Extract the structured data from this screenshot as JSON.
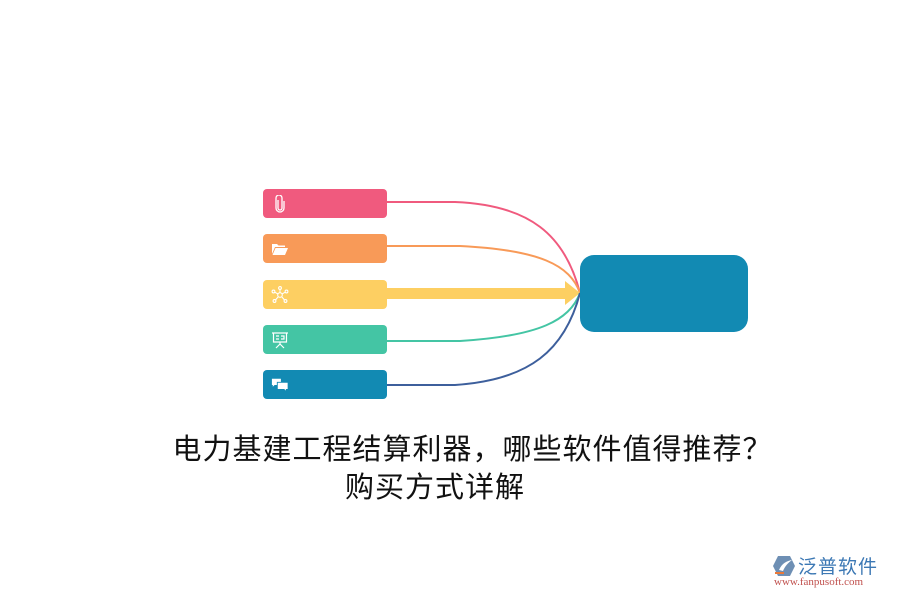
{
  "diagram": {
    "type": "mind-map-fan-in",
    "colors": {
      "pink": "#f05a7e",
      "orange": "#f89a58",
      "yellow": "#fdcf62",
      "teal": "#44c5a4",
      "blue": "#128ab3",
      "navy_line": "#3d5f9c",
      "center": "#128ab3"
    },
    "branches": [
      {
        "id": "b1",
        "icon": "paperclip-icon",
        "color": "#f05a7e",
        "label": ""
      },
      {
        "id": "b2",
        "icon": "folder-open-icon",
        "color": "#f89a58",
        "label": ""
      },
      {
        "id": "b3",
        "icon": "network-nodes-icon",
        "color": "#fdcf62",
        "label": ""
      },
      {
        "id": "b4",
        "icon": "presentation-board-icon",
        "color": "#44c5a4",
        "label": ""
      },
      {
        "id": "b5",
        "icon": "chat-bubbles-icon",
        "color": "#128ab3",
        "label": ""
      }
    ],
    "center_node": {
      "label": "",
      "color": "#128ab3"
    }
  },
  "title": {
    "line1": "电力基建工程结算利器，哪些软件值得推荐？",
    "line2": "购买方式详解"
  },
  "logo": {
    "name": "泛普软件",
    "url": "www.fanpusoft.com"
  }
}
